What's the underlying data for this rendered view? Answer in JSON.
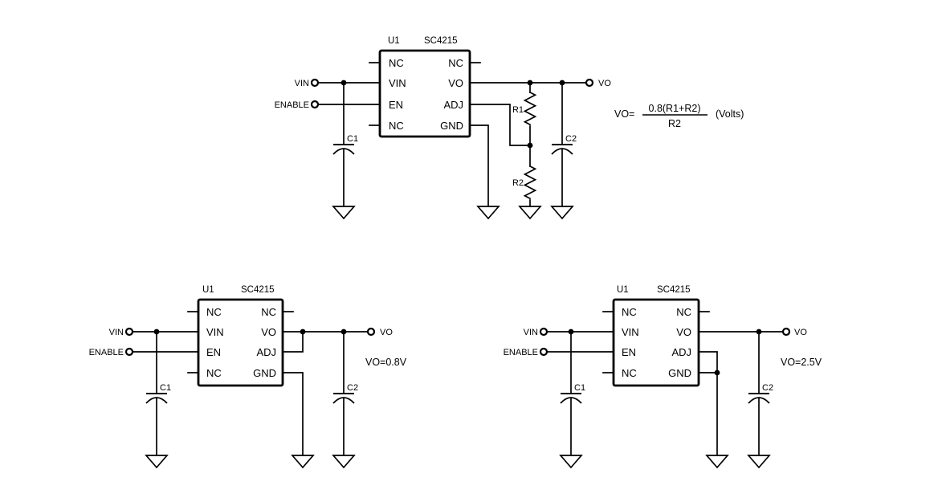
{
  "colors": {
    "line": "#000000",
    "background": "#ffffff"
  },
  "circuit_adjustable": {
    "ref": "U1",
    "part": "SC4215",
    "pins_left": [
      "NC",
      "VIN",
      "EN",
      "NC"
    ],
    "pins_right": [
      "NC",
      "VO",
      "ADJ",
      "GND"
    ],
    "input_vin": "VIN",
    "input_enable": "ENABLE",
    "cap1": "C1",
    "cap2": "C2",
    "res1": "R1",
    "res2": "R2",
    "output": "VO",
    "formula": {
      "lhs": "VO=",
      "num": "0.8(R1+R2)",
      "den": "R2",
      "unit": "(Volts)"
    }
  },
  "circuit_fixed_0v8": {
    "ref": "U1",
    "part": "SC4215",
    "pins_left": [
      "NC",
      "VIN",
      "EN",
      "NC"
    ],
    "pins_right": [
      "NC",
      "VO",
      "ADJ",
      "GND"
    ],
    "input_vin": "VIN",
    "input_enable": "ENABLE",
    "cap1": "C1",
    "cap2": "C2",
    "output": "VO",
    "note": "VO=0.8V"
  },
  "circuit_fixed_2v5": {
    "ref": "U1",
    "part": "SC4215",
    "pins_left": [
      "NC",
      "VIN",
      "EN",
      "NC"
    ],
    "pins_right": [
      "NC",
      "VO",
      "ADJ",
      "GND"
    ],
    "input_vin": "VIN",
    "input_enable": "ENABLE",
    "cap1": "C1",
    "cap2": "C2",
    "output": "VO",
    "note": "VO=2.5V"
  }
}
